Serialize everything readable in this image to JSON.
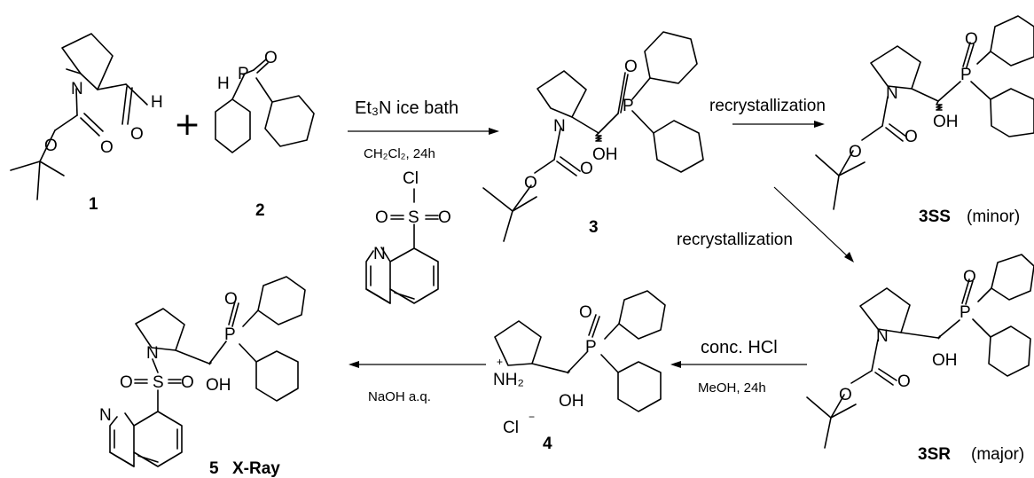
{
  "compounds": {
    "c1": {
      "label": "1"
    },
    "c2": {
      "label": "2"
    },
    "c3": {
      "label": "3"
    },
    "c3ss": {
      "label": "3SS",
      "note": "(minor)"
    },
    "c3sr": {
      "label": "3SR",
      "note": "(major)"
    },
    "c4": {
      "label": "4"
    },
    "c5": {
      "label": "5",
      "note": "X-Ray"
    }
  },
  "plus_sign": "+",
  "reactions": {
    "r1": {
      "above": "Et₃N ice bath",
      "below": "CH₂Cl₂, 24h"
    },
    "r2": {
      "above": "recrystallization"
    },
    "r3": {
      "above": "recrystallization"
    },
    "r4": {
      "above": "conc. HCl",
      "below": "MeOH, 24h"
    },
    "r5": {
      "below": "NaOH a.q."
    }
  },
  "atoms": {
    "N": "N",
    "O": "O",
    "H": "H",
    "P": "P",
    "S": "S",
    "Cl": "Cl",
    "OH": "OH",
    "NH2": "NH₂",
    "plus": "+",
    "minus": "−"
  }
}
